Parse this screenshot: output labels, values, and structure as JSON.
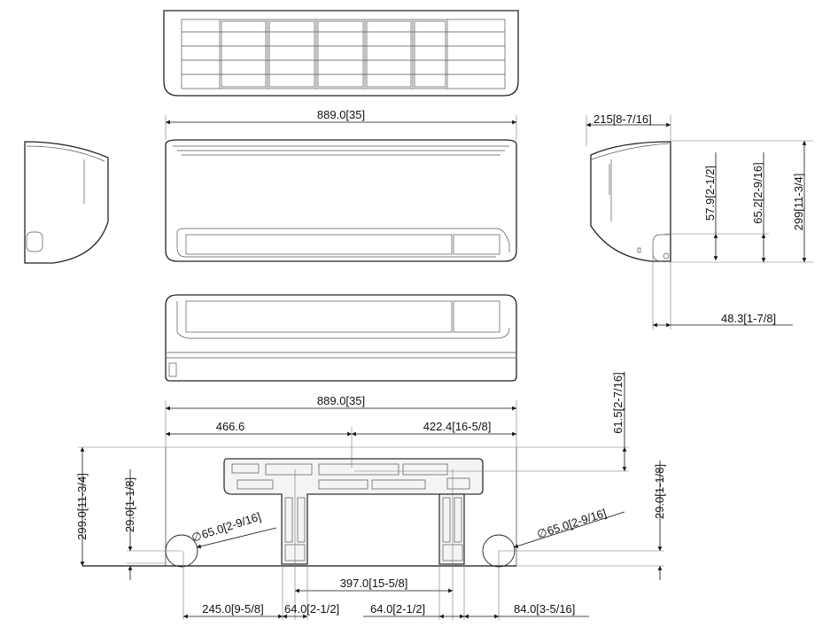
{
  "title": "Indoor unit dimensions drawing",
  "dimensions": {
    "front_width": "889.0[35]",
    "side_depth": "215[8-7/16]",
    "side_height": "299[11-3/4]",
    "side_579": "57.9[2-1/2]",
    "side_652": "65.2[2-9/16]",
    "side_483": "48.3[1-7/8]",
    "plate_width": "889.0[35]",
    "plate_left": "466.6",
    "plate_right": "422.4[16-5/8]",
    "plate_top": "61.5[2-7/16]",
    "plate_height": "299.0[11-3/4]",
    "left_hole_height": "29.0[1-1/8]",
    "right_hole_height": "29.0[1-1/8]",
    "left_hole_dia": "65.0[2-9/16]",
    "right_hole_dia": "65.0[2-9/16]",
    "leg_span": "397.0[15-5/8]",
    "left_hole_offset": "245.0[9-5/8]",
    "left_leg": "64.0[2-1/2]",
    "right_leg": "64.0[2-1/2]",
    "right_hole_offset": "84.0[3-5/16]",
    "diameter_symbol": "∅"
  }
}
